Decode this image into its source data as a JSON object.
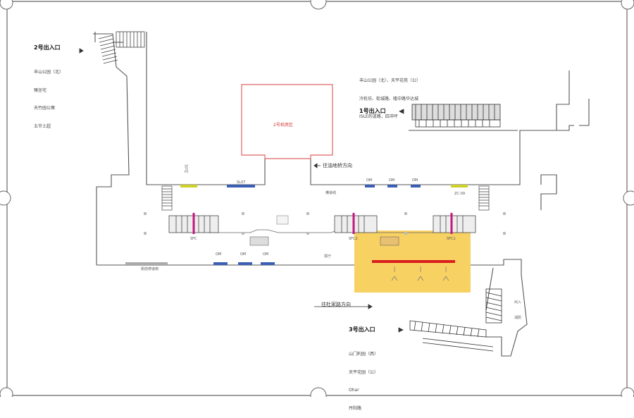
{
  "entrances": {
    "exit2": {
      "label": "2号出入口",
      "notes": [
        "丰山公园（北）",
        "赌坐宅",
        "天竹园公寓",
        "五节土超"
      ]
    },
    "exit1": {
      "label": "1号出入口",
      "notes": [
        "丰山公园（北）、天平花苑（公）",
        "冷轮坊、街城路、隆中路华达城",
        "ISLE的道路，四冲坪"
      ]
    },
    "exit3": {
      "label": "3号出入口",
      "notes": [
        "山门利园（西）",
        "天平花园（公）",
        "Ohar",
        "丹阳路"
      ]
    }
  },
  "directions": {
    "upper": "往油地桥方向",
    "lower": "往杜家路方向",
    "crosswalk": "横道线",
    "bus": "街前停道南"
  },
  "room": {
    "label": "2号机房区"
  },
  "labels": {
    "zl_left": "ZL01",
    "sl": "SL07",
    "zl_right": "ZC-09",
    "sfc_left": "SFC",
    "sfc_mid": "SFC2",
    "sfc_right": "SFC1",
    "om1": "OM",
    "om2": "OM",
    "om3": "OM",
    "om4": "OM",
    "om5": "OM",
    "om6": "OM",
    "hall": "票厅",
    "side_a": "出入",
    "side_b": "消防"
  },
  "colors": {
    "wall": "#555555",
    "highlight": "#f7c948",
    "magenta": "#c2187d",
    "blue": "#3b5fb5",
    "red": "#d91e1e",
    "yellow": "#cfd12b",
    "room": "#e06464"
  }
}
